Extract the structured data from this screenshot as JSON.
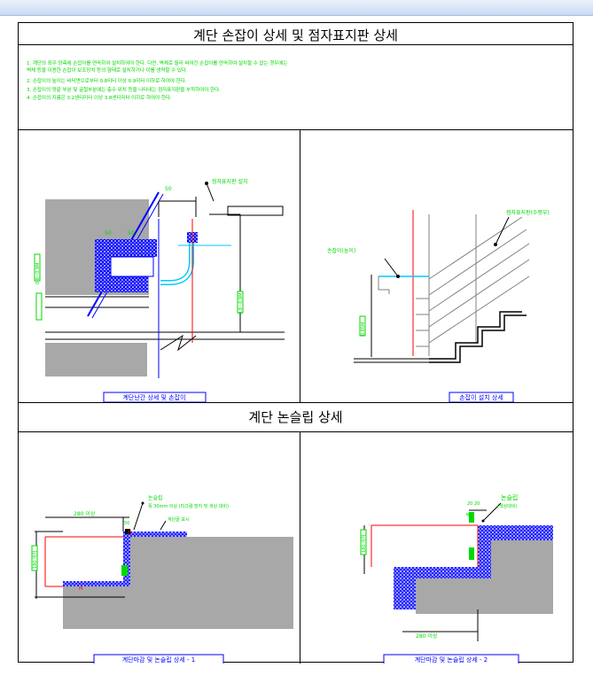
{
  "sheet": {
    "title_top": "계단 손잡이 상세 및 점자표지판 상세",
    "title_mid": "계단 논슬립 상세",
    "notes": [
      "1. 계단의 좌우 양측에 손잡이를 연속하여 설치하여야 한다. 다만, 벽체로 둘러 싸여진 손잡이를 연속하여 설치할 수 없는 경우에는",
      "   벽체 등을 이용한 손잡이 보조장치 등의 형태로 설치하거나 이를 생략할 수 있다.",
      "2. 손잡이의 높이는 바닥면으로부터 0.8미터 이상 0.9미터 이하로 하여야 한다.",
      "3. 손잡이의 양끝 부분 및 굴절부분에는 층수·위치 등을 나타내는 점자표지판을 부착하여야 한다.",
      "4. 손잡이의 지름은 3.2센티미터 이상 3.8센티미터 이하로 하여야 한다."
    ]
  },
  "panels": {
    "p1": {
      "caption": "계단난간 상세 및 손잡이",
      "labels": {
        "dim1": "50",
        "dim2": "50",
        "dim3": "50",
        "braille": "점자표지판 설치",
        "h1": "0.8~0.9M",
        "h2": "0.8~0.9M"
      }
    },
    "p2": {
      "caption": "손잡이 설치 상세",
      "labels": {
        "left": "손잡이(높이)",
        "right": "점자표지판(수평부)",
        "h": "0.85M"
      }
    },
    "p3": {
      "caption": "계단마감 및 논슬립 상세 - 1",
      "labels": {
        "top": "논슬립",
        "top2": "폭 30mm 이상 (미끄럼 방지 및 색상 대비)",
        "dim": "280 이상",
        "dim2": "50",
        "edge": "계단끝 표시",
        "h": "180 이하"
      }
    },
    "p4": {
      "caption": "계단마감 및 논슬립 상세 - 2",
      "labels": {
        "top": "논슬립",
        "top2": "(색상대비)",
        "dim": "280 이상",
        "dim2": "20 20",
        "side": "계단",
        "h": "180 이하"
      }
    }
  },
  "colors": {
    "line": "#000000",
    "green": "#00d800",
    "blue": "#0000ff",
    "red": "#ff0000",
    "gray": "#a0a0a0",
    "cyan": "#00c8ff"
  }
}
